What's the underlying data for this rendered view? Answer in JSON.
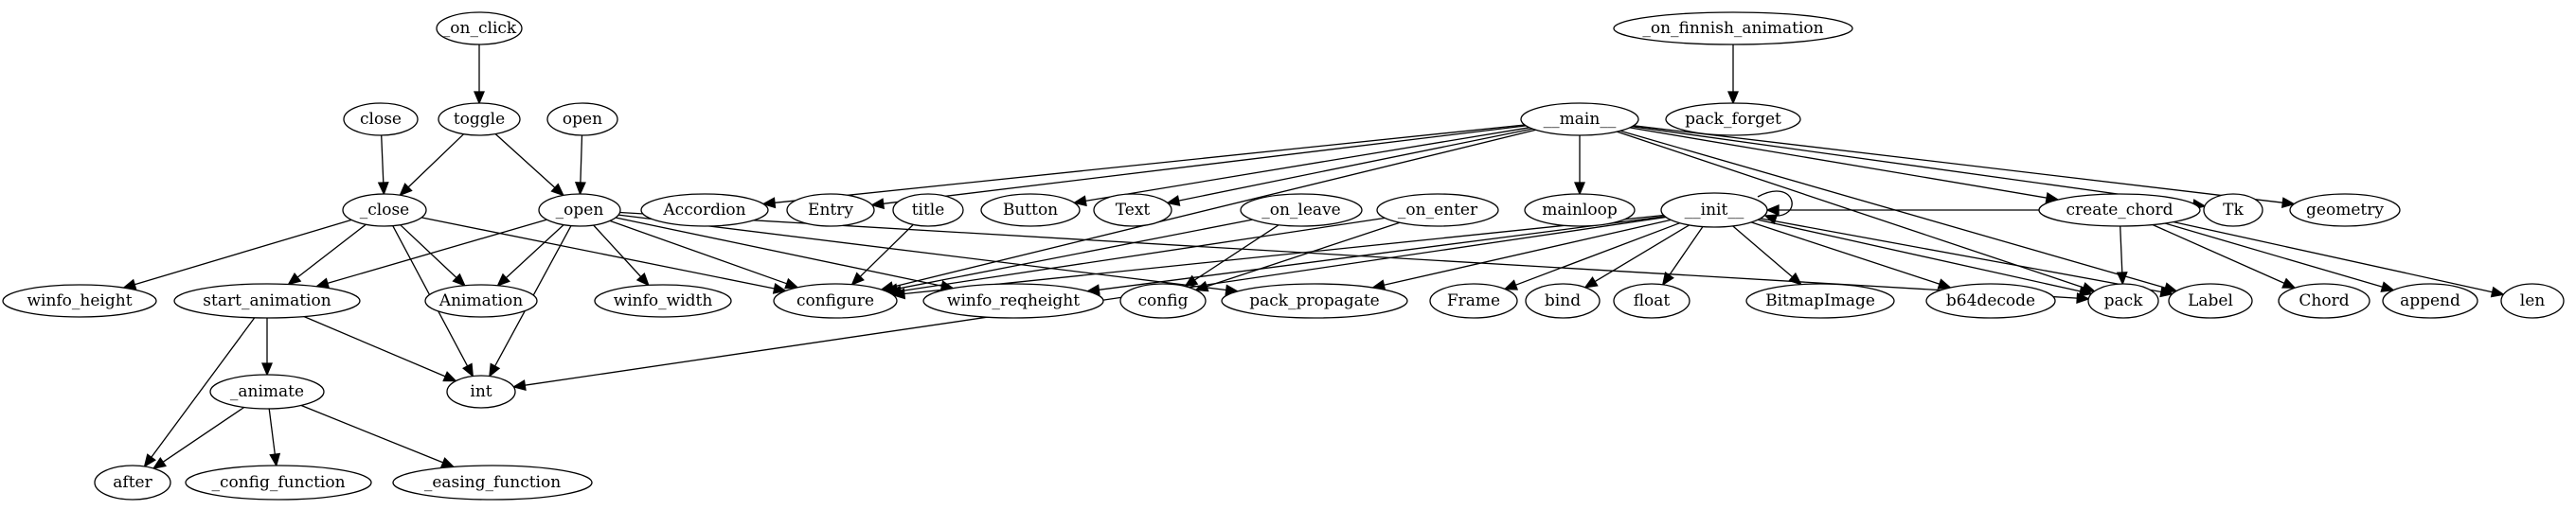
{
  "graph": {
    "nodes": [
      {
        "id": "_on_click",
        "label": "_on_click"
      },
      {
        "id": "toggle",
        "label": "toggle"
      },
      {
        "id": "close",
        "label": "close"
      },
      {
        "id": "open",
        "label": "open"
      },
      {
        "id": "_close",
        "label": "_close"
      },
      {
        "id": "_open",
        "label": "_open"
      },
      {
        "id": "winfo_height",
        "label": "winfo_height"
      },
      {
        "id": "start_animation",
        "label": "start_animation"
      },
      {
        "id": "Animation",
        "label": "Animation"
      },
      {
        "id": "winfo_width",
        "label": "winfo_width"
      },
      {
        "id": "configure",
        "label": "configure"
      },
      {
        "id": "winfo_reqheight",
        "label": "winfo_reqheight"
      },
      {
        "id": "_animate",
        "label": "_animate"
      },
      {
        "id": "int",
        "label": "int"
      },
      {
        "id": "after",
        "label": "after"
      },
      {
        "id": "_config_function",
        "label": "_config_function"
      },
      {
        "id": "_easing_function",
        "label": "_easing_function"
      },
      {
        "id": "_on_finnish_animation",
        "label": "_on_finnish_animation"
      },
      {
        "id": "pack_forget",
        "label": "pack_forget"
      },
      {
        "id": "__main__",
        "label": "__main__"
      },
      {
        "id": "Accordion",
        "label": "Accordion"
      },
      {
        "id": "Entry",
        "label": "Entry"
      },
      {
        "id": "title",
        "label": "title"
      },
      {
        "id": "Button",
        "label": "Button"
      },
      {
        "id": "Text",
        "label": "Text"
      },
      {
        "id": "_on_leave",
        "label": "_on_leave"
      },
      {
        "id": "_on_enter",
        "label": "_on_enter"
      },
      {
        "id": "mainloop",
        "label": "mainloop"
      },
      {
        "id": "__init__",
        "label": "__init__"
      },
      {
        "id": "create_chord",
        "label": "create_chord"
      },
      {
        "id": "Tk",
        "label": "Tk"
      },
      {
        "id": "geometry",
        "label": "geometry"
      },
      {
        "id": "config",
        "label": "config"
      },
      {
        "id": "pack_propagate",
        "label": "pack_propagate"
      },
      {
        "id": "Frame",
        "label": "Frame"
      },
      {
        "id": "bind",
        "label": "bind"
      },
      {
        "id": "float",
        "label": "float"
      },
      {
        "id": "BitmapImage",
        "label": "BitmapImage"
      },
      {
        "id": "b64decode",
        "label": "b64decode"
      },
      {
        "id": "pack",
        "label": "pack"
      },
      {
        "id": "Label",
        "label": "Label"
      },
      {
        "id": "Chord",
        "label": "Chord"
      },
      {
        "id": "append",
        "label": "append"
      },
      {
        "id": "len",
        "label": "len"
      }
    ],
    "edges": [
      {
        "from": "_on_click",
        "to": "toggle"
      },
      {
        "from": "toggle",
        "to": "_close"
      },
      {
        "from": "toggle",
        "to": "_open"
      },
      {
        "from": "close",
        "to": "_close"
      },
      {
        "from": "open",
        "to": "_open"
      },
      {
        "from": "_close",
        "to": "winfo_height"
      },
      {
        "from": "_close",
        "to": "start_animation"
      },
      {
        "from": "_close",
        "to": "Animation"
      },
      {
        "from": "_close",
        "to": "int"
      },
      {
        "from": "_close",
        "to": "configure"
      },
      {
        "from": "_open",
        "to": "start_animation"
      },
      {
        "from": "_open",
        "to": "Animation"
      },
      {
        "from": "_open",
        "to": "winfo_width"
      },
      {
        "from": "_open",
        "to": "configure"
      },
      {
        "from": "_open",
        "to": "winfo_reqheight"
      },
      {
        "from": "_open",
        "to": "int"
      },
      {
        "from": "_open",
        "to": "pack_propagate"
      },
      {
        "from": "_open",
        "to": "pack"
      },
      {
        "from": "start_animation",
        "to": "_animate"
      },
      {
        "from": "start_animation",
        "to": "int"
      },
      {
        "from": "start_animation",
        "to": "after"
      },
      {
        "from": "_animate",
        "to": "after"
      },
      {
        "from": "_animate",
        "to": "_config_function"
      },
      {
        "from": "_animate",
        "to": "_easing_function"
      },
      {
        "from": "_on_finnish_animation",
        "to": "pack_forget"
      },
      {
        "from": "__main__",
        "to": "Accordion"
      },
      {
        "from": "__main__",
        "to": "Entry"
      },
      {
        "from": "__main__",
        "to": "Button"
      },
      {
        "from": "__main__",
        "to": "Text"
      },
      {
        "from": "__main__",
        "to": "mainloop"
      },
      {
        "from": "__main__",
        "to": "configure"
      },
      {
        "from": "__main__",
        "to": "create_chord"
      },
      {
        "from": "__main__",
        "to": "Tk"
      },
      {
        "from": "__main__",
        "to": "geometry"
      },
      {
        "from": "__main__",
        "to": "pack"
      },
      {
        "from": "__main__",
        "to": "Label"
      },
      {
        "from": "title",
        "to": "configure"
      },
      {
        "from": "_on_leave",
        "to": "configure"
      },
      {
        "from": "_on_leave",
        "to": "config"
      },
      {
        "from": "_on_enter",
        "to": "configure"
      },
      {
        "from": "_on_enter",
        "to": "config"
      },
      {
        "from": "__init__",
        "to": "__init__"
      },
      {
        "from": "__init__",
        "to": "configure"
      },
      {
        "from": "__init__",
        "to": "winfo_reqheight"
      },
      {
        "from": "__init__",
        "to": "pack_propagate"
      },
      {
        "from": "__init__",
        "to": "Frame"
      },
      {
        "from": "__init__",
        "to": "bind"
      },
      {
        "from": "__init__",
        "to": "float"
      },
      {
        "from": "__init__",
        "to": "BitmapImage"
      },
      {
        "from": "__init__",
        "to": "b64decode"
      },
      {
        "from": "__init__",
        "to": "pack"
      },
      {
        "from": "__init__",
        "to": "Label"
      },
      {
        "from": "__init__",
        "to": "int"
      },
      {
        "from": "create_chord",
        "to": "pack"
      },
      {
        "from": "create_chord",
        "to": "Chord"
      },
      {
        "from": "create_chord",
        "to": "append"
      },
      {
        "from": "create_chord",
        "to": "len"
      },
      {
        "from": "create_chord",
        "to": "__init__"
      }
    ]
  }
}
